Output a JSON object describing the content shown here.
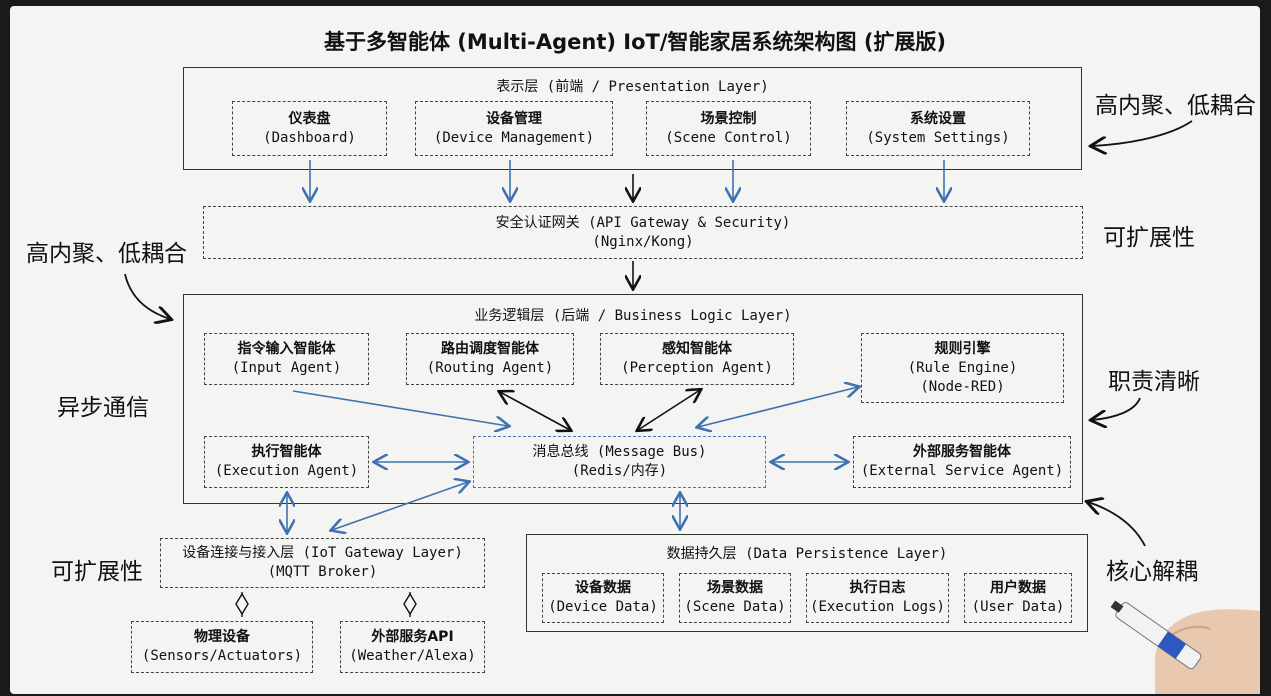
{
  "title": "基于多智能体 (Multi-Agent) IoT/智能家居系统架构图 (扩展版)",
  "presentation": {
    "title": "表示层 (前端 / Presentation Layer)",
    "items": [
      {
        "zh": "仪表盘",
        "en": "(Dashboard)"
      },
      {
        "zh": "设备管理",
        "en": "(Device Management)"
      },
      {
        "zh": "场景控制",
        "en": "(Scene Control)"
      },
      {
        "zh": "系统设置",
        "en": "(System Settings)"
      }
    ]
  },
  "gateway": {
    "line1": "安全认证网关 (API Gateway & Security)",
    "line2": "(Nginx/Kong)"
  },
  "business": {
    "title": "业务逻辑层 (后端 / Business Logic Layer)",
    "input_agent": {
      "zh": "指令输入智能体",
      "en": "(Input Agent)"
    },
    "routing_agent": {
      "zh": "路由调度智能体",
      "en": "(Routing Agent)"
    },
    "perception_agent": {
      "zh": "感知智能体",
      "en": "(Perception Agent)"
    },
    "rule_engine": {
      "zh": "规则引擎",
      "en": "(Rule Engine)",
      "en2": "(Node-RED)"
    },
    "execution_agent": {
      "zh": "执行智能体",
      "en": "(Execution Agent)"
    },
    "message_bus": {
      "zh": "消息总线 (Message Bus)",
      "en": "(Redis/内存)"
    },
    "external_agent": {
      "zh": "外部服务智能体",
      "en": "(External Service Agent)"
    }
  },
  "iot_gateway": {
    "line1": "设备连接与接入层 (IoT Gateway Layer)",
    "line2": "(MQTT Broker)"
  },
  "physical": {
    "zh": "物理设备",
    "en": "(Sensors/Actuators)"
  },
  "external_api": {
    "zh": "外部服务API",
    "en": "(Weather/Alexa)"
  },
  "persistence": {
    "title": "数据持久层 (Data Persistence Layer)",
    "items": [
      {
        "zh": "设备数据",
        "en": "(Device Data)"
      },
      {
        "zh": "场景数据",
        "en": "(Scene Data)"
      },
      {
        "zh": "执行日志",
        "en": "(Execution Logs)"
      },
      {
        "zh": "用户数据",
        "en": "(User Data)"
      }
    ]
  },
  "notes": {
    "high_cohesion_right": "高内聚、低耦合",
    "high_cohesion_left": "高内聚、低耦合",
    "extensible_right": "可扩展性",
    "extensible_left": "可扩展性",
    "async": "异步通信",
    "clear_duty": "职责清晰",
    "core_decoupling": "核心解耦"
  },
  "colors": {
    "arrow_blue": "#3f72b0",
    "arrow_black": "#111111",
    "board": "#f4f4f2"
  }
}
